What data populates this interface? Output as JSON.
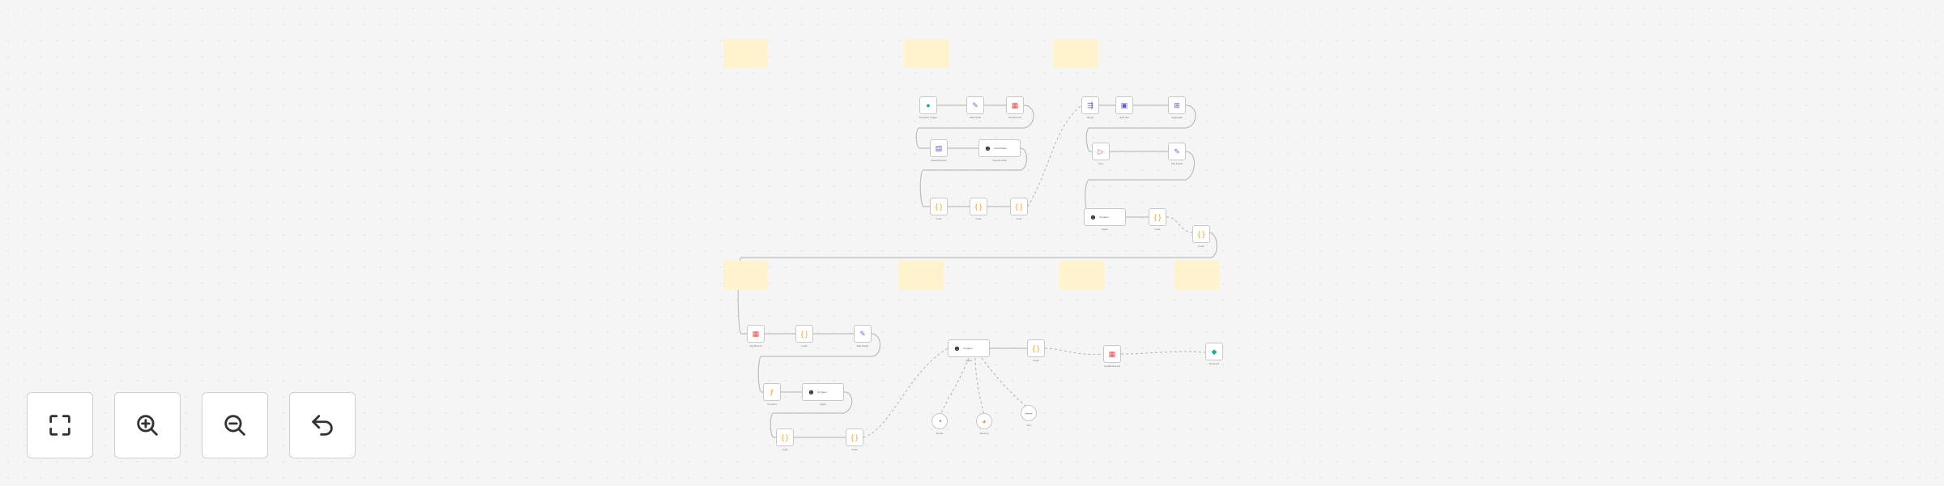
{
  "controls": [
    {
      "id": "fit-view",
      "icon": "fit-to-screen-icon"
    },
    {
      "id": "zoom-in",
      "icon": "zoom-in-icon"
    },
    {
      "id": "zoom-out",
      "icon": "zoom-out-icon"
    },
    {
      "id": "reset",
      "icon": "undo-icon"
    }
  ],
  "nodes": {
    "n1": {
      "label": "Schedule Trigger",
      "icon": "clock-icon"
    },
    "n2": {
      "label": "Edit Fields",
      "icon": "pencil-icon"
    },
    "n3": {
      "label": "Get Records",
      "icon": "database-icon"
    },
    "n4": {
      "label": "Read Records",
      "icon": "document-icon"
    },
    "n5": {
      "label": "OpenAI Chat",
      "icon": "robot-icon",
      "title": "Chat Model"
    },
    "n6": {
      "label": "Code",
      "icon": "code-icon"
    },
    "n7": {
      "label": "Code",
      "icon": "code-icon"
    },
    "n8": {
      "label": "Code",
      "icon": "code-icon"
    },
    "n9": {
      "label": "Merge",
      "icon": "merge-icon"
    },
    "n10": {
      "label": "Split Out",
      "icon": "split-icon"
    },
    "n11": {
      "label": "Aggregate",
      "icon": "aggregate-icon"
    },
    "n12": {
      "label": "Loop",
      "icon": "loop-icon"
    },
    "n13": {
      "label": "Edit Fields",
      "icon": "pencil-icon"
    },
    "n14": {
      "label": "Agent",
      "icon": "robot-icon",
      "title": "AI Agent"
    },
    "n15": {
      "label": "Code",
      "icon": "code-icon"
    },
    "n16": {
      "label": "Code",
      "icon": "code-icon"
    },
    "n17": {
      "label": "Get Record",
      "icon": "database-icon"
    },
    "n18": {
      "label": "Code",
      "icon": "code-icon"
    },
    "n19": {
      "label": "Edit Fields",
      "icon": "pencil-icon"
    },
    "n20": {
      "label": "Function",
      "icon": "function-icon"
    },
    "n21": {
      "label": "Agent",
      "icon": "robot-icon",
      "title": "AI Agent"
    },
    "n22": {
      "label": "Code",
      "icon": "code-icon"
    },
    "n23": {
      "label": "Code",
      "icon": "code-icon"
    },
    "n24": {
      "label": "Agent",
      "icon": "robot-icon",
      "title": "AI Agent"
    },
    "n25": {
      "label": "Code",
      "icon": "code-icon"
    },
    "n26": {
      "label": "Update Record",
      "icon": "database-icon"
    },
    "n27": {
      "label": "Respond",
      "icon": "webhook-icon"
    },
    "n28": {
      "label": "Model",
      "icon": "brain-icon"
    },
    "n29": {
      "label": "Memory",
      "icon": "memory-icon"
    },
    "n30": {
      "label": "Tool",
      "icon": "tool-icon"
    }
  }
}
